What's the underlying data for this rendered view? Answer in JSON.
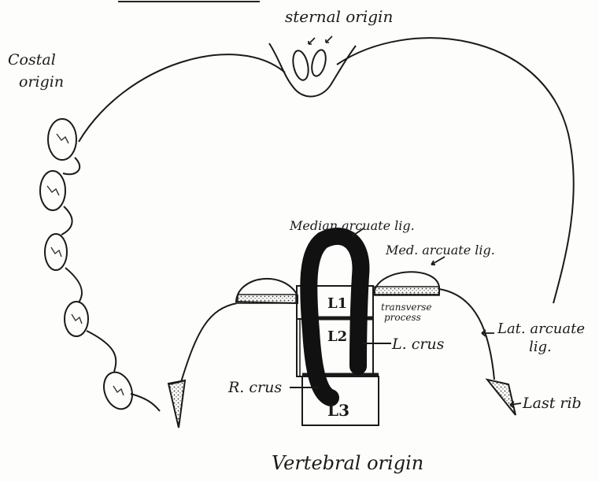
{
  "labels": {
    "sternal": "sternal origin",
    "costal_1": "Costal",
    "costal_2": "origin",
    "median_arcuate": "Median arcuate lig.",
    "medial_arcuate": "Med. arcuate lig.",
    "transverse_1": "transverse",
    "transverse_2": "process",
    "lateral_arcuate_1": "Lat. arcuate",
    "lateral_arcuate_2": "lig.",
    "l_crus": "L. crus",
    "r_crus": "R. crus",
    "last_rib": "Last rib",
    "vertebral": "Vertebral origin",
    "l1": "L1",
    "l2": "L2",
    "l3": "L3"
  },
  "colors": {
    "ink": "#1a1a1a",
    "paper": "#fdfdfb"
  }
}
